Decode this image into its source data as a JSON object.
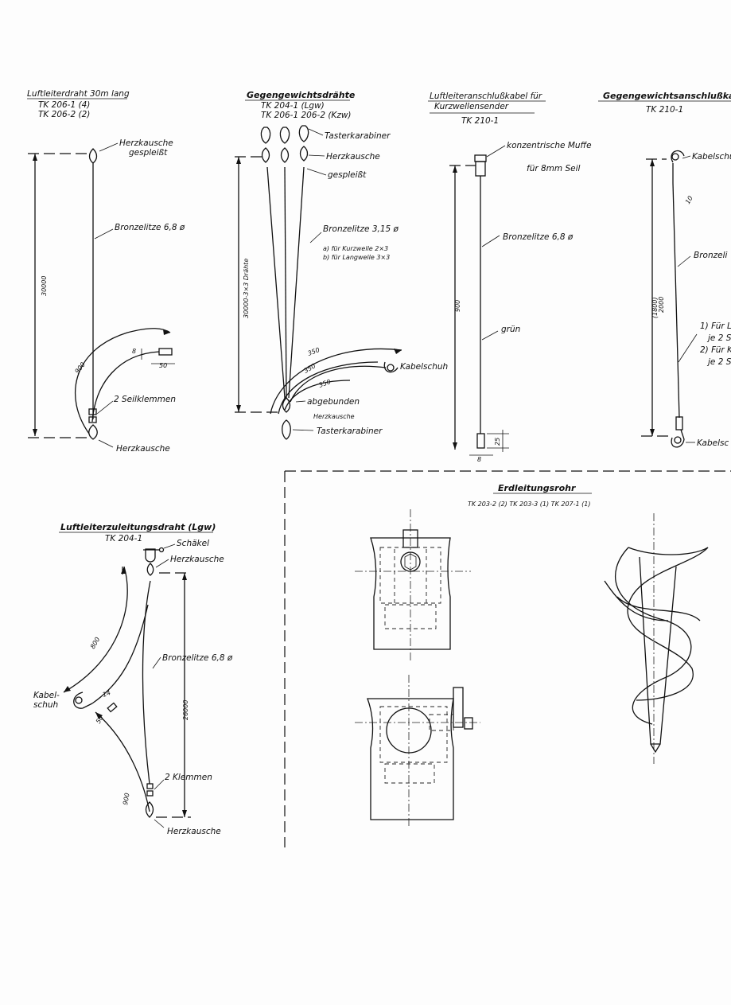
{
  "sections": {
    "luftleiterdraht": {
      "title": "Luftleiterdraht 30m lang",
      "ref1": "TK 206-1 (4)",
      "ref2": "TK 206-2 (2)",
      "label_top_fitting_1": "Herzkausche",
      "label_top_fitting_2": "gespleißt",
      "label_wire": "Bronzelitze 6,8 ø",
      "dim_length": "30000",
      "dim_arc": "900",
      "dim_small": "8",
      "dim_tail": "50",
      "label_clamps": "2 Seilklemmen",
      "label_bottom_fitting": "Herzkausche"
    },
    "gegengewichtsdraehte": {
      "title": "Gegengewichtsdrähte",
      "ref1": "TK 204-1 (Lgw)",
      "ref2": "TK 206-1 206-2 (Kzw)",
      "label_carabiner_top": "Tasterkarabiner",
      "label_thimble": "Herzkausche",
      "label_spliced": "gespleißt",
      "label_wire": "Bronzelitze 3,15 ø",
      "note_a": "a) für Kurzwelle 2×3",
      "note_b": "b) für Langwelle 3×3",
      "dim_length": "30000-3×3 Drähte",
      "dim_arc1": "350",
      "dim_arc2": "350",
      "dim_arc3": "350",
      "label_lug": "Kabelschuh",
      "label_tied": "abgebunden",
      "label_thimble_bottom": "Herzkausche",
      "label_carabiner_bottom": "Tasterkarabiner"
    },
    "luftleiteranschluss": {
      "title_1": "Luftleiteranschlußkabel für",
      "title_2": "Kurzwellensender",
      "ref": "TK 210-1",
      "label_sleeve": "konzentrische Muffe",
      "label_rope": "für 8mm Seil",
      "label_wire": "Bronzelitze 6,8 ø",
      "dim_length": "900",
      "label_color": "grün",
      "dim_tail": "25",
      "dim_width": "8"
    },
    "gegengewichtsanschluss": {
      "title": "Gegengewichtsanschlußkabel",
      "ref": "TK 210-1",
      "label_lug_top": "Kabelschuh",
      "label_wire": "Bronzeli",
      "dim_length_1": "(1800)",
      "dim_length_2": "2000",
      "note_1a": "1) Für L",
      "note_1b": "je 2 S",
      "note_2a": "2) Für K",
      "note_2b": "je 2 S",
      "dim_small": "10",
      "label_lug_bottom": "Kabelsc"
    },
    "luftleiterzuleitung": {
      "title": "Luftleiterzuleitungsdraht (Lgw)",
      "ref": "TK 204-1",
      "label_shackle": "Schäkel",
      "label_thimble_top": "Herzkausche",
      "label_wire": "Bronzelitze 6,8 ø",
      "dim_arc_top": "800",
      "dim_length": "26000",
      "label_lug_1": "Kabel-",
      "label_lug_2": "schuh",
      "dim_small": "14",
      "dim_tail": "50",
      "label_clamps": "2 Klemmen",
      "dim_arc_bottom": "900",
      "label_thimble_bottom": "Herzkausche"
    },
    "erdleitungsrohr": {
      "title": "Erdleitungsrohr",
      "ref": "TK 203-2 (2) TK 203-3 (1) TK 207-1 (1)"
    }
  }
}
